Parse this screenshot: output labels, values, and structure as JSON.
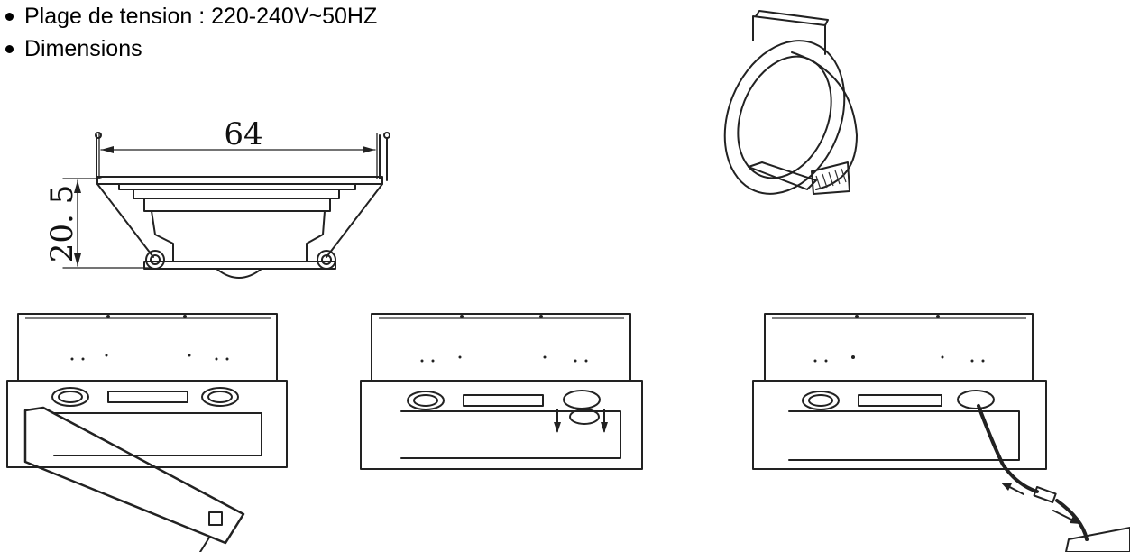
{
  "bullets": [
    {
      "text": "Plage de tension : 220-240V~50HZ"
    },
    {
      "text": "Dimensions"
    }
  ],
  "drawing": {
    "width_label": "64",
    "height_label": "20. 5"
  }
}
